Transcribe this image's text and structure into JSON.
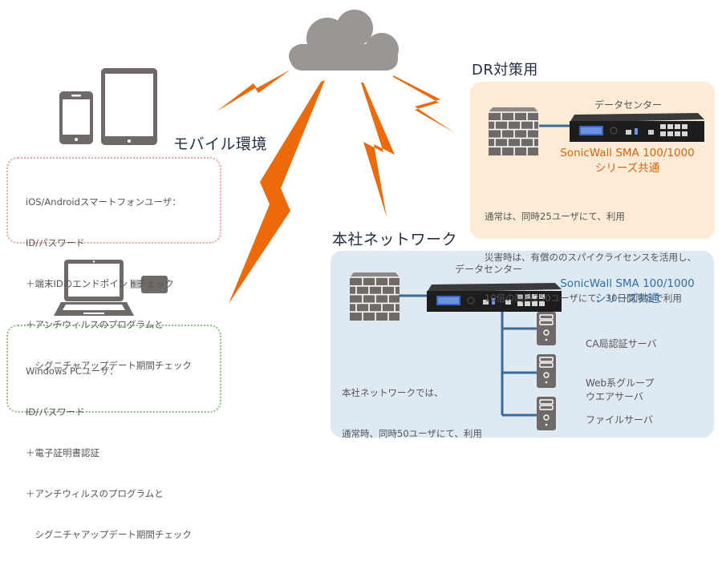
{
  "colors": {
    "lightning": "#ec6a0a",
    "cloud": "#9b9593",
    "device": "#6f6a68",
    "dr_panel": "#fdebd6",
    "hq_panel": "#dfe9f2",
    "dr_product_text": "#e0620f",
    "hq_product_text": "#2f6fa8",
    "link_line": "#3a6a98",
    "mobile_box_border": "#e8a3a3",
    "pc_box_border": "#8cbf7a"
  },
  "icons": {
    "cloud": "cloud-icon",
    "smartphone": "smartphone-icon",
    "tablet": "tablet-icon",
    "laptop": "laptop-icon",
    "usb_token": "usb-token-icon",
    "firewall": "firewall-icon",
    "appliance": "sma-appliance-icon",
    "server": "server-icon",
    "lightning": "lightning-icon"
  },
  "mobile": {
    "heading": "モバイル環境",
    "lines": [
      "iOS/Androidスマートフォンユーザ：",
      "ID/パスワード",
      "＋端末IDのエンドポイントチェック",
      "＋アンチウィルスのプログラムと",
      "　シグニチャアップデート期間チェック"
    ]
  },
  "pc": {
    "lines": [
      "Windows PCユーザ：",
      "ID/パスワード",
      "＋電子証明書認証",
      "＋アンチウィルスのプログラムと",
      "　シグニチャアップデート期間チェック"
    ]
  },
  "dr": {
    "heading": "DR対策用",
    "datacenter_label": "データセンター",
    "product_line1": "SonicWall SMA 100/1000",
    "product_line2": "シリーズ共通",
    "lines": [
      "通常は、同時25ユーザにて、利用",
      "災害時は、有償ののスパイクライセンスを活用し、",
      "10倍の同時250ユーザにて、30日間限定で利用"
    ]
  },
  "hq": {
    "heading": "本社ネットワーク",
    "datacenter_label": "データセンター",
    "product_line1": "SonicWall SMA 100/1000",
    "product_line2": "シリーズ共通",
    "lines": [
      "本社ネットワークでは、",
      "通常時、同時50ユーザにて、利用"
    ],
    "servers": [
      {
        "label": "CA局認証サーバ"
      },
      {
        "label": "Web系グループ\nウエアサーバ"
      },
      {
        "label": "ファイルサーバ"
      }
    ]
  }
}
